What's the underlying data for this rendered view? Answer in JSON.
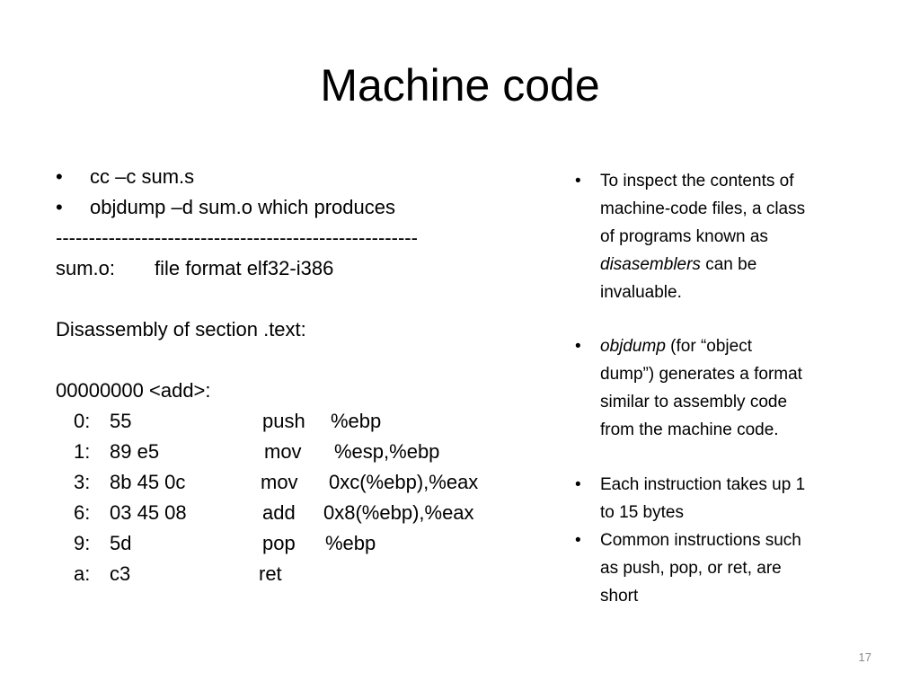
{
  "slide": {
    "title": "Machine code",
    "page_number": "17"
  },
  "left": {
    "bullets": [
      {
        "dot": "•",
        "text": "cc –c sum.s"
      },
      {
        "dot": "•",
        "text": "objdump –d sum.o which produces"
      }
    ],
    "separator": "-------------------------------------------------------",
    "file_label": "sum.o:",
    "file_format": "file format elf32-i386",
    "section_line": "Disassembly of section .text:",
    "symbol_line": "00000000 <add>:",
    "instructions": [
      {
        "addr": "0:",
        "bytes": "55",
        "op": "push",
        "args": "%ebp"
      },
      {
        "addr": "1:",
        "bytes": "89 e5",
        "op": "mov",
        "args": "%esp,%ebp"
      },
      {
        "addr": "3:",
        "bytes": "8b 45 0c",
        "op": "mov",
        "args": "0xc(%ebp),%eax"
      },
      {
        "addr": "6:",
        "bytes": "03 45 08",
        "op": "add",
        "args": "0x8(%ebp),%eax"
      },
      {
        "addr": "9:",
        "bytes": "5d",
        "op": "pop",
        "args": "%ebp"
      },
      {
        "addr": "a:",
        "bytes": "c3",
        "op": "ret",
        "args": ""
      }
    ]
  },
  "right": {
    "bullet_dot": "•",
    "p1": {
      "l1": "To inspect the contents of",
      "l2": "machine-code files, a class",
      "l3": "of programs known as",
      "l4_em": "disasemblers",
      "l4_rest": " can be",
      "l5": "invaluable."
    },
    "p2": {
      "l1_em": "objdump",
      "l1_rest": " (for “object",
      "l2": "dump”) generates a format",
      "l3": "similar to assembly code",
      "l4": "from the machine code."
    },
    "p3": {
      "l1": "Each instruction takes up 1",
      "l2": "to 15 bytes"
    },
    "p4": {
      "l1": "Common instructions such",
      "l2": "as push, pop, or ret, are",
      "l3": "short"
    }
  }
}
